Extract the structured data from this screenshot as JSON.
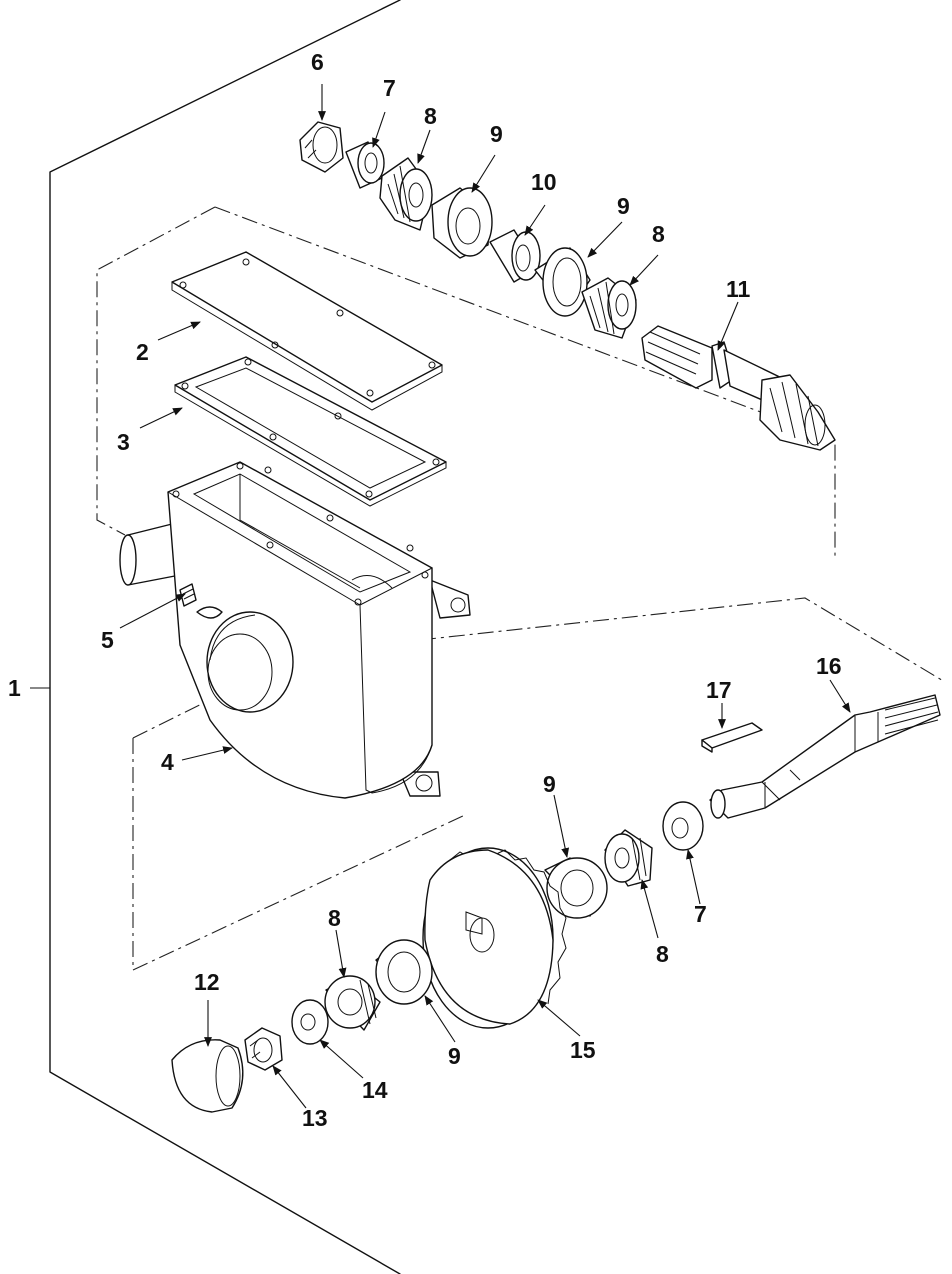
{
  "callouts": {
    "c1": "1",
    "c2": "2",
    "c3": "3",
    "c4": "4",
    "c5": "5",
    "c6": "6",
    "c7a": "7",
    "c8a": "8",
    "c9a": "9",
    "c10": "10",
    "c9b": "9",
    "c8b": "8",
    "c11": "11",
    "c16": "16",
    "c17": "17",
    "c9c": "9",
    "c8c": "8",
    "c7b": "7",
    "c8d": "8",
    "c9d": "9",
    "c15": "15",
    "c12": "12",
    "c14": "14",
    "c13": "13"
  }
}
